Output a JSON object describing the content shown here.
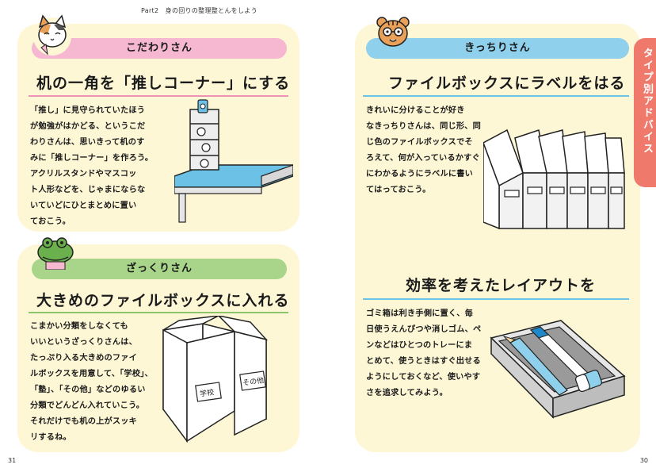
{
  "running_head": "Part2　身の回りの整理整とんをしよう",
  "page_numbers": {
    "left": "31",
    "right": "30"
  },
  "side_tab": "タイプ別アドバイス",
  "colors": {
    "panel": "#fdf7d6",
    "pink": "#f6b7d0",
    "green": "#a9d58a",
    "blue": "#8fd1ec",
    "tab": "#ef7a6c"
  },
  "kodawari": {
    "type_label": "こだわりさん",
    "heading": "机の一角を「推しコーナー」にする",
    "body": [
      "「推し」に見守られていたほう",
      "が勉強がはかどる、というこだ",
      "わりさんは、思いきって机のす",
      "みに「推しコーナー」を作ろう。",
      "アクリルスタンドやマスコッ",
      "ト人形などを、じゃまにならな",
      "いていどにひとまとめに置い",
      "ておこう。"
    ],
    "mascot": "cat-mascot"
  },
  "zakkuri": {
    "type_label": "ざっくりさん",
    "heading": "大きめのファイルボックスに入れる",
    "body": [
      "こまかい分類をしなくても",
      "いいというざっくりさんは、",
      "たっぷり入る大きめのファイ",
      "ルボックスを用意して、「学校」、",
      "「塾」、「その他」などのゆるい",
      "分類でどんどん入れていこう。",
      "それだけでも机の上がスッキ",
      "リするね。"
    ],
    "box_labels": [
      "学校",
      "その他"
    ],
    "mascot": "crocodile-mascot"
  },
  "kicchiri": {
    "type_label": "きっちりさん",
    "heading": "ファイルボックスにラベルをはる",
    "body": [
      "きれいに分けることが好き",
      "なきっちりさんは、同じ形、同",
      "じ色のファイルボックスでそ",
      "ろえて、何が入っているかすぐ",
      "にわかるようにラベルに書い",
      "てはっておこう。"
    ],
    "heading2": "効率を考えたレイアウトを",
    "body2": [
      "ゴミ箱は利き手側に置く、毎",
      "日使うえんぴつや消しゴム、ペ",
      "ンなどはひとつのトレーにま",
      "とめて、使うときはすぐ出せる",
      "ようにしておくなど、使いやす",
      "さを追求してみよう。"
    ],
    "mascot": "tiger-mascot"
  }
}
